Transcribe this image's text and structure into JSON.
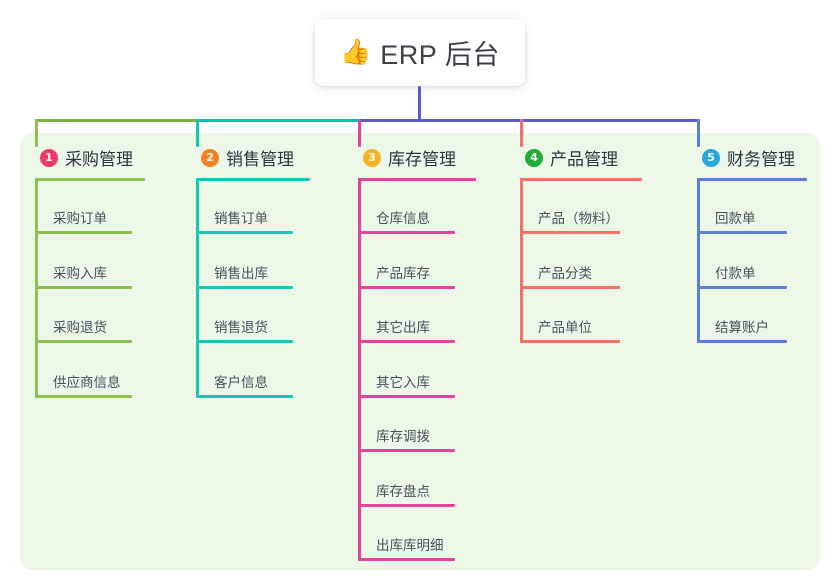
{
  "root": {
    "emoji": "👍",
    "emoji_name": "thumbs-up-icon",
    "label": "ERP 后台"
  },
  "colors": {
    "panel_bg": "#edf7e8",
    "root_stem": "#5a5fc4",
    "bar_green": "#7cb342",
    "bar_teal": "#0fc0a8",
    "bar_blue": "#5a5fc4",
    "text": "#3b3f4a"
  },
  "columns": [
    {
      "index": "1",
      "title": "采购管理",
      "badge_color": "#f0396a",
      "line_color": "#8cc152",
      "items": [
        "采购订单",
        "采购入库",
        "采购退货",
        "供应商信息"
      ]
    },
    {
      "index": "2",
      "title": "销售管理",
      "badge_color": "#f58220",
      "line_color": "#14c8b4",
      "items": [
        "销售订单",
        "销售出库",
        "销售退货",
        "客户信息"
      ]
    },
    {
      "index": "3",
      "title": "库存管理",
      "badge_color": "#f5b425",
      "line_color": "#e0459a",
      "items": [
        "仓库信息",
        "产品库存",
        "其它出库",
        "其它入库",
        "库存调拨",
        "库存盘点",
        "出库库明细"
      ]
    },
    {
      "index": "4",
      "title": "产品管理",
      "badge_color": "#22ac38",
      "line_color": "#f4716a",
      "items": [
        "产品（物料）",
        "产品分类",
        "产品单位"
      ]
    },
    {
      "index": "5",
      "title": "财务管理",
      "badge_color": "#27a8e0",
      "line_color": "#5a7fd4",
      "items": [
        "回款单",
        "付款单",
        "结算账户"
      ]
    }
  ]
}
